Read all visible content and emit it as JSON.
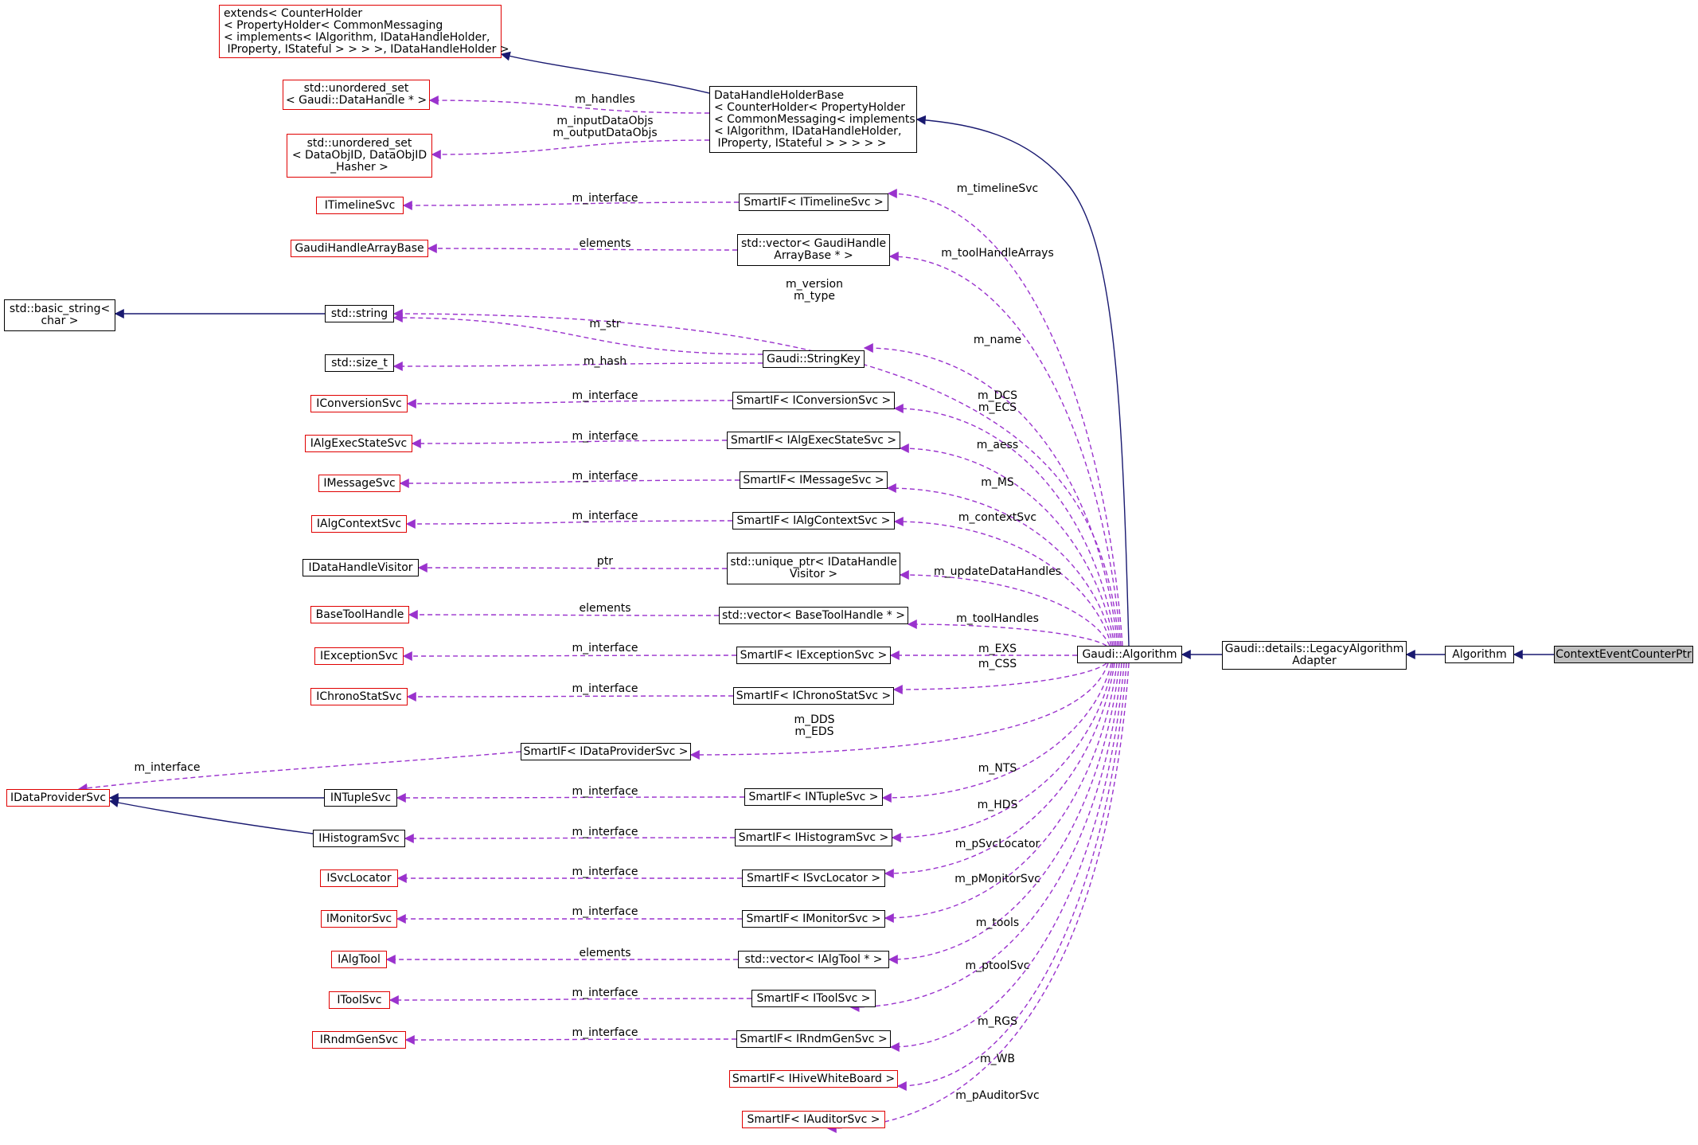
{
  "diagram": {
    "nodes": [
      {
        "id": "extends",
        "label": "extends< CounterHolder\n< PropertyHolder< CommonMessaging\n< implements< IAlgorithm, IDataHandleHolder,\n IProperty, IStateful > > > >, IDataHandleHolder >",
        "red": true
      },
      {
        "id": "uset_dh",
        "label": "std::unordered_set\n< Gaudi::DataHandle * >",
        "red": true
      },
      {
        "id": "uset_doid",
        "label": "std::unordered_set\n< DataObjID, DataObjID\n_Hasher >",
        "red": true
      },
      {
        "id": "ITimelineSvc",
        "label": "ITimelineSvc",
        "red": true
      },
      {
        "id": "GaudiHandleArrayBase",
        "label": "GaudiHandleArrayBase",
        "red": true
      },
      {
        "id": "basic_string",
        "label": "std::basic_string<\nchar >"
      },
      {
        "id": "std_string",
        "label": "std::string"
      },
      {
        "id": "size_t",
        "label": "std::size_t"
      },
      {
        "id": "IConversionSvc",
        "label": "IConversionSvc",
        "red": true
      },
      {
        "id": "IAlgExecStateSvc",
        "label": "IAlgExecStateSvc",
        "red": true
      },
      {
        "id": "IMessageSvc",
        "label": "IMessageSvc",
        "red": true
      },
      {
        "id": "IAlgContextSvc",
        "label": "IAlgContextSvc",
        "red": true
      },
      {
        "id": "IDataHandleVisitor",
        "label": "IDataHandleVisitor"
      },
      {
        "id": "BaseToolHandle",
        "label": "BaseToolHandle",
        "red": true
      },
      {
        "id": "IExceptionSvc",
        "label": "IExceptionSvc",
        "red": true
      },
      {
        "id": "IChronoStatSvc",
        "label": "IChronoStatSvc",
        "red": true
      },
      {
        "id": "IDataProviderSvc",
        "label": "IDataProviderSvc",
        "red": true
      },
      {
        "id": "INTupleSvc",
        "label": "INTupleSvc"
      },
      {
        "id": "IHistogramSvc",
        "label": "IHistogramSvc"
      },
      {
        "id": "ISvcLocator",
        "label": "ISvcLocator",
        "red": true
      },
      {
        "id": "IMonitorSvc",
        "label": "IMonitorSvc",
        "red": true
      },
      {
        "id": "IAlgTool",
        "label": "IAlgTool",
        "red": true
      },
      {
        "id": "IToolSvc",
        "label": "IToolSvc",
        "red": true
      },
      {
        "id": "IRndmGenSvc",
        "label": "IRndmGenSvc",
        "red": true
      },
      {
        "id": "DHHB",
        "label": "DataHandleHolderBase\n< CounterHolder< PropertyHolder\n< CommonMessaging< implements\n< IAlgorithm, IDataHandleHolder,\n IProperty, IStateful > > > > >"
      },
      {
        "id": "SI_Timeline",
        "label": "SmartIF< ITimelineSvc >"
      },
      {
        "id": "vec_GHAB",
        "label": "std::vector< GaudiHandle\nArrayBase * >"
      },
      {
        "id": "StringKey",
        "label": "Gaudi::StringKey"
      },
      {
        "id": "SI_Conv",
        "label": "SmartIF< IConversionSvc >"
      },
      {
        "id": "SI_AES",
        "label": "SmartIF< IAlgExecStateSvc >"
      },
      {
        "id": "SI_Msg",
        "label": "SmartIF< IMessageSvc >"
      },
      {
        "id": "SI_Ctx",
        "label": "SmartIF< IAlgContextSvc >"
      },
      {
        "id": "uptr_DHV",
        "label": "std::unique_ptr< IDataHandle\nVisitor >"
      },
      {
        "id": "vec_BTH",
        "label": "std::vector< BaseToolHandle * >"
      },
      {
        "id": "SI_Exc",
        "label": "SmartIF< IExceptionSvc >"
      },
      {
        "id": "SI_Chrono",
        "label": "SmartIF< IChronoStatSvc >"
      },
      {
        "id": "SI_DP",
        "label": "SmartIF< IDataProviderSvc >"
      },
      {
        "id": "SI_NT",
        "label": "SmartIF< INTupleSvc >"
      },
      {
        "id": "SI_Hist",
        "label": "SmartIF< IHistogramSvc >"
      },
      {
        "id": "SI_SL",
        "label": "SmartIF< ISvcLocator >"
      },
      {
        "id": "SI_Mon",
        "label": "SmartIF< IMonitorSvc >"
      },
      {
        "id": "vec_AT",
        "label": "std::vector< IAlgTool * >"
      },
      {
        "id": "SI_Tool",
        "label": "SmartIF< IToolSvc >"
      },
      {
        "id": "SI_Rndm",
        "label": "SmartIF< IRndmGenSvc >"
      },
      {
        "id": "SI_WB",
        "label": "SmartIF< IHiveWhiteBoard >",
        "red": true
      },
      {
        "id": "SI_Aud",
        "label": "SmartIF< IAuditorSvc >",
        "red": true
      },
      {
        "id": "Algorithm_G",
        "label": "Gaudi::Algorithm"
      },
      {
        "id": "LegacyAdapter",
        "label": "Gaudi::details::LegacyAlgorithm\nAdapter"
      },
      {
        "id": "Algorithm",
        "label": "Algorithm"
      },
      {
        "id": "CECP",
        "label": "ContextEventCounterPtr",
        "gray": true
      }
    ],
    "edge_labels": [
      "m_handles",
      "m_inputDataObjs\nm_outputDataObjs",
      "m_interface",
      "elements",
      "m_str",
      "m_hash",
      "m_interface",
      "m_interface",
      "m_interface",
      "m_interface",
      "ptr",
      "elements",
      "m_interface",
      "m_interface",
      "m_interface",
      "m_interface",
      "m_interface",
      "m_interface",
      "m_interface",
      "elements",
      "m_interface",
      "m_interface",
      "m_timelineSvc",
      "m_toolHandleArrays",
      "m_version\nm_type",
      "m_name",
      "m_DCS\nm_ECS",
      "m_aess",
      "m_MS",
      "m_contextSvc",
      "m_updateDataHandles",
      "m_toolHandles",
      "m_EXS",
      "m_CSS",
      "m_DDS\nm_EDS",
      "m_NTS",
      "m_HDS",
      "m_pSvcLocator",
      "m_pMonitorSvc",
      "m_tools",
      "m_ptoolSvc",
      "m_RGS",
      "m_WB",
      "m_pAuditorSvc"
    ],
    "colors": {
      "inheritance": "#191970",
      "usage": "#9a32cd",
      "red_border": "#e00000",
      "highlight_fill": "#bfbfbf"
    }
  }
}
